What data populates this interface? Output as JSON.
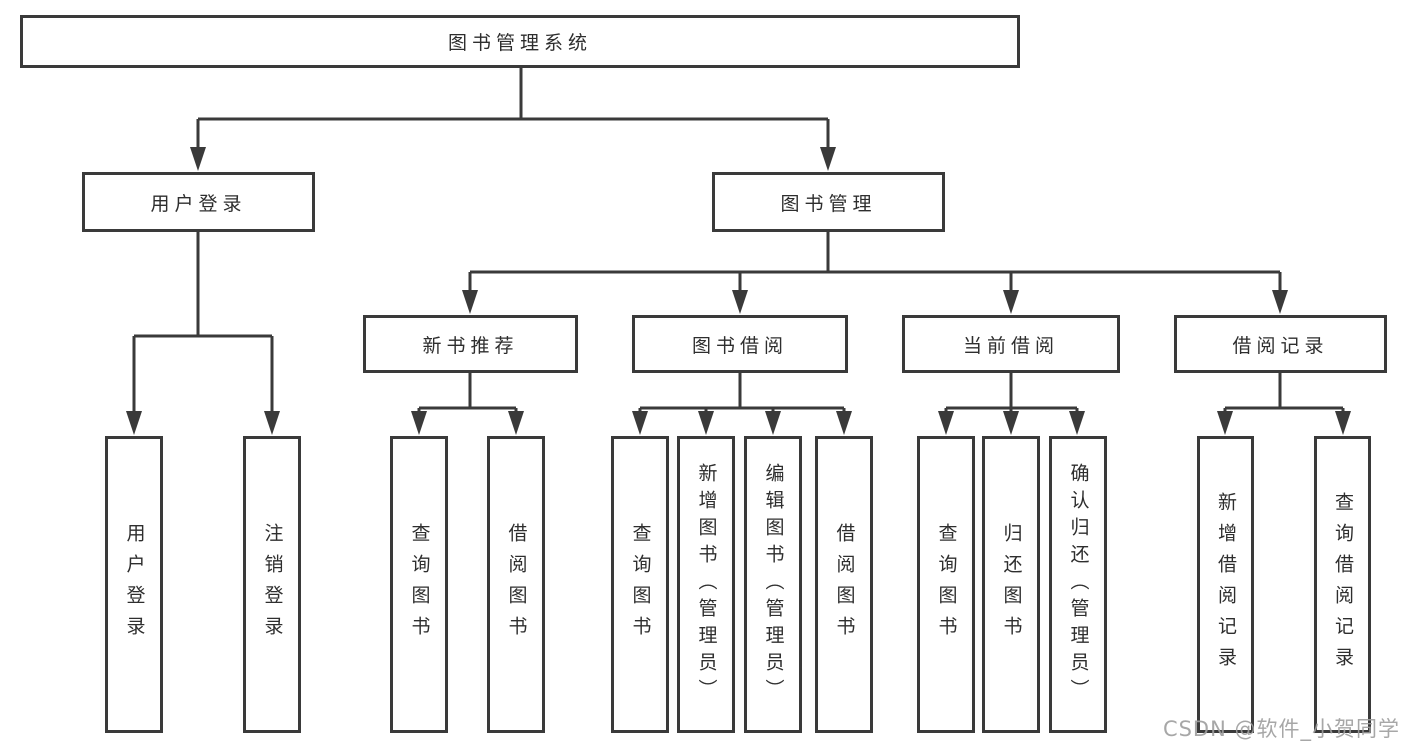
{
  "colors": {
    "line": "#3a3a3a",
    "text": "#2e2e2e",
    "box_fill": "#ffffff",
    "background": "#ffffff",
    "watermark": "#9e9e9e"
  },
  "watermark": {
    "text": "CSDN @软件_小贺同学"
  },
  "tree": {
    "label": "图书管理系统",
    "children": [
      {
        "label": "用户登录",
        "children": [
          {
            "label": "用户登录"
          },
          {
            "label": "注销登录"
          }
        ]
      },
      {
        "label": "图书管理",
        "children": [
          {
            "label": "新书推荐",
            "children": [
              {
                "label": "查询图书"
              },
              {
                "label": "借阅图书"
              }
            ]
          },
          {
            "label": "图书借阅",
            "children": [
              {
                "label": "查询图书"
              },
              {
                "label": "新增图书（管理员）"
              },
              {
                "label": "编辑图书（管理员）"
              },
              {
                "label": "借阅图书"
              }
            ]
          },
          {
            "label": "当前借阅",
            "children": [
              {
                "label": "查询图书"
              },
              {
                "label": "归还图书"
              },
              {
                "label": "确认归还（管理员）"
              }
            ]
          },
          {
            "label": "借阅记录",
            "children": [
              {
                "label": "新增借阅记录"
              },
              {
                "label": "查询借阅记录"
              }
            ]
          }
        ]
      }
    ]
  }
}
